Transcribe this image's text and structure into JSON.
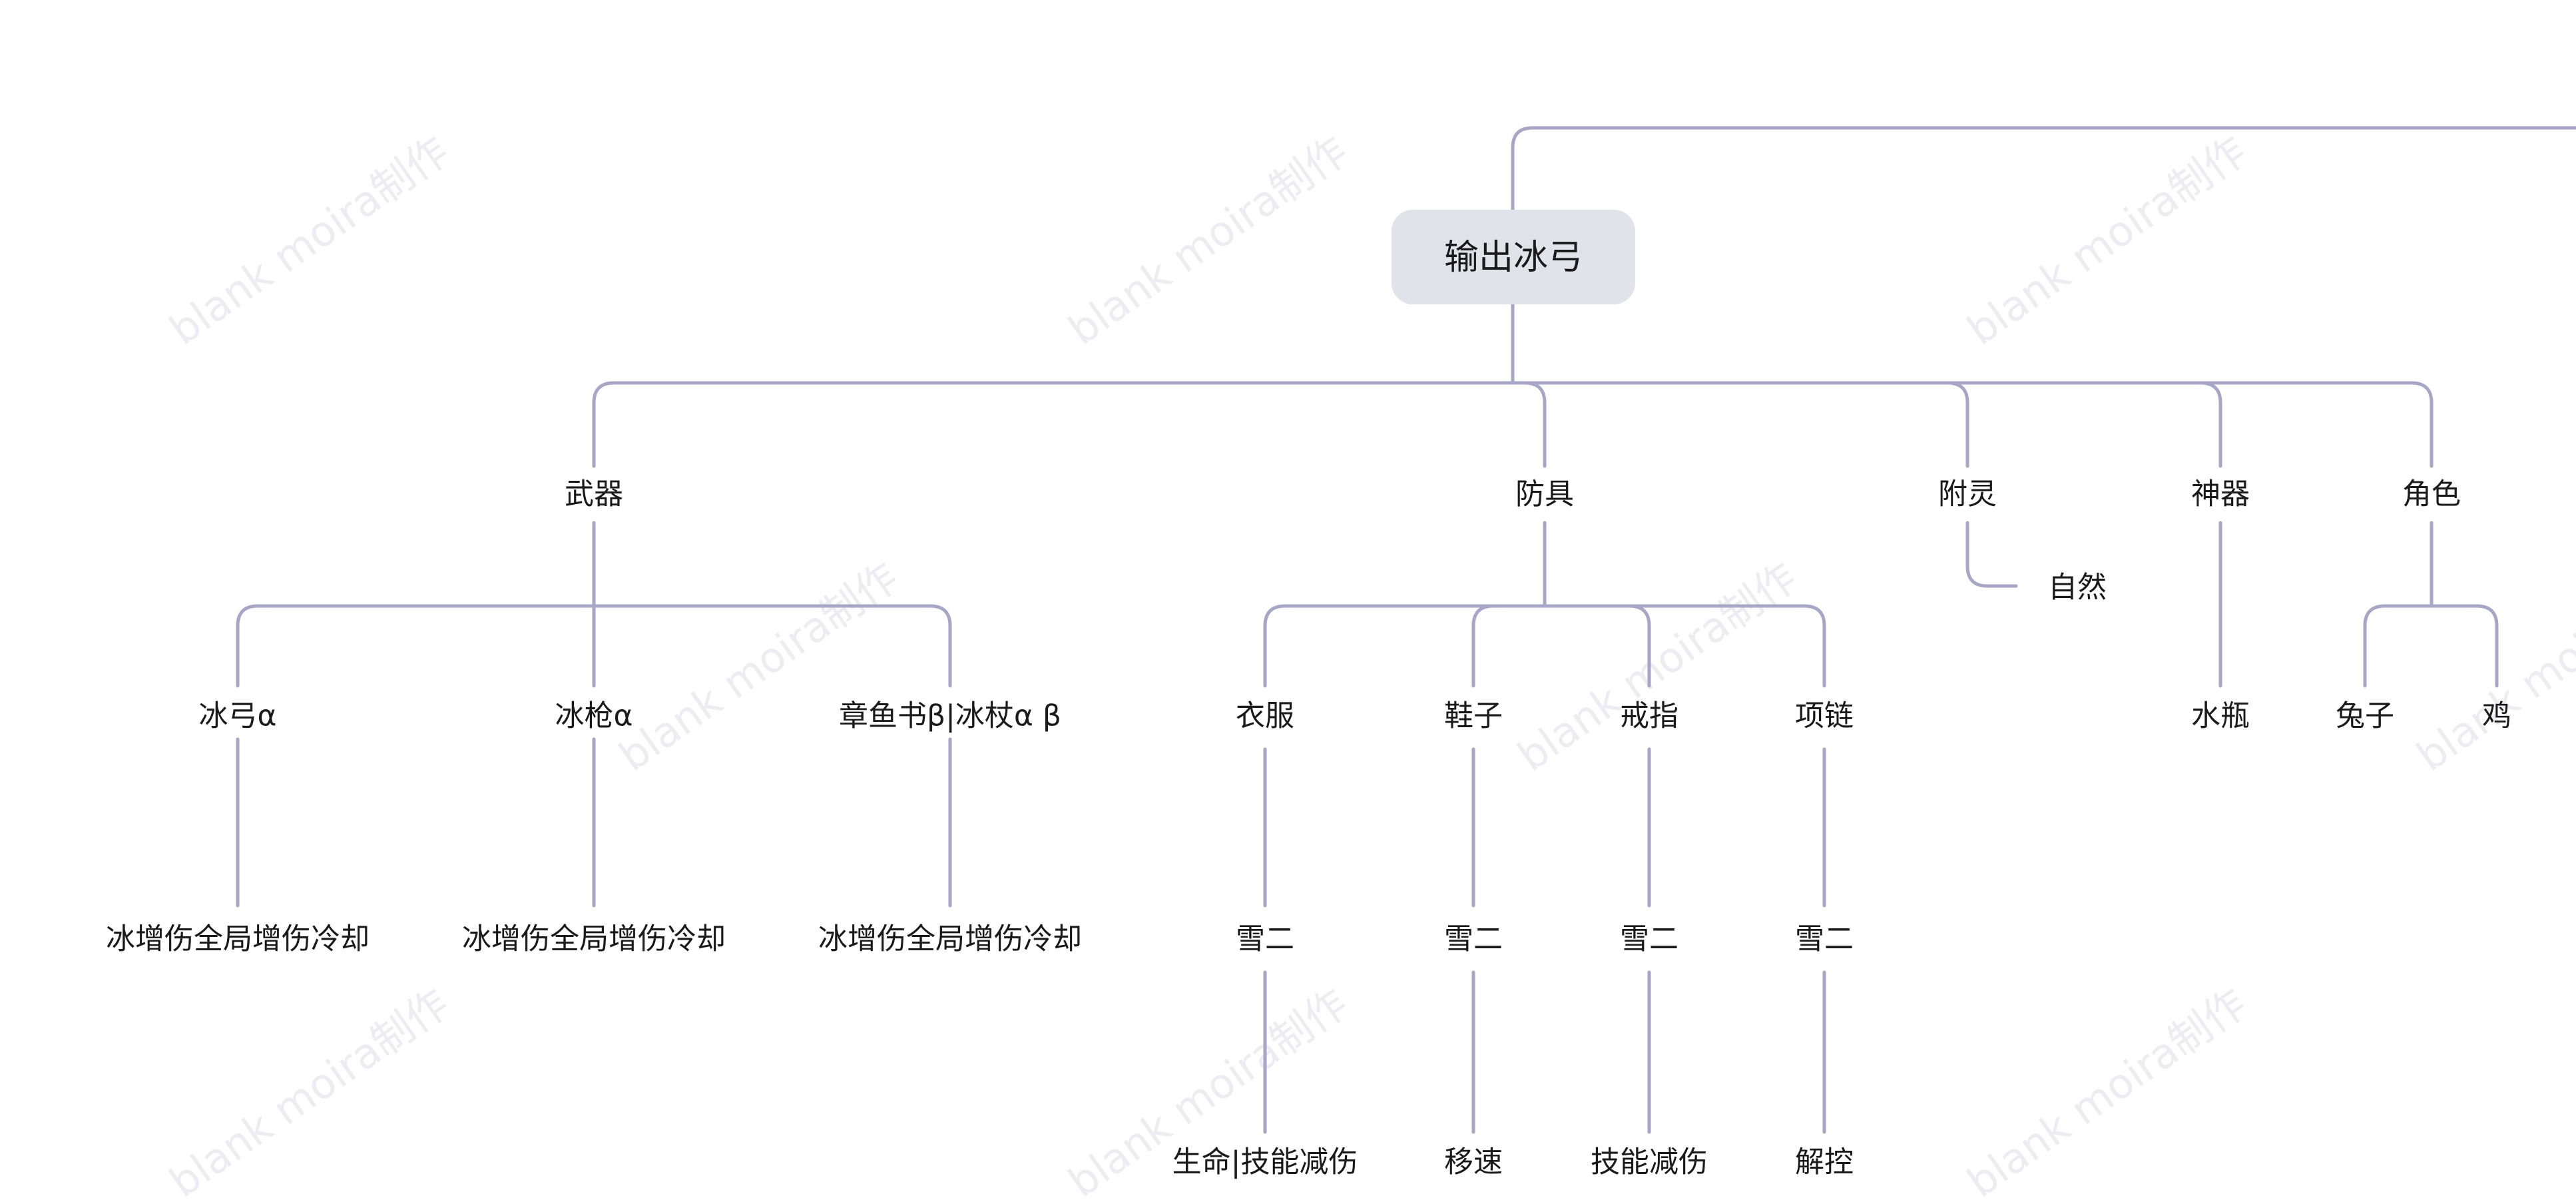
{
  "watermark": "blank moira制作",
  "colors": {
    "line": "#a9a5c6",
    "root_fill": "#e2e2ea",
    "text": "#1a1a1a",
    "watermark": "#ececf2"
  },
  "mindmap": {
    "root": "输出冰弓",
    "categories": [
      {
        "label": "武器",
        "children": [
          {
            "label": "冰弓α",
            "children": [
              {
                "label": "冰增伤全局增伤冷却"
              }
            ]
          },
          {
            "label": "冰枪α",
            "children": [
              {
                "label": "冰增伤全局增伤冷却"
              }
            ]
          },
          {
            "label": "章鱼书β|冰杖α β",
            "children": [
              {
                "label": "冰增伤全局增伤冷却"
              }
            ]
          }
        ]
      },
      {
        "label": "防具",
        "children": [
          {
            "label": "衣服",
            "children": [
              {
                "label": "雪二",
                "children": [
                  {
                    "label": "生命|技能减伤"
                  }
                ]
              }
            ]
          },
          {
            "label": "鞋子",
            "children": [
              {
                "label": "雪二",
                "children": [
                  {
                    "label": "移速"
                  }
                ]
              }
            ]
          },
          {
            "label": "戒指",
            "children": [
              {
                "label": "雪二",
                "children": [
                  {
                    "label": "技能减伤"
                  }
                ]
              }
            ]
          },
          {
            "label": "项链",
            "children": [
              {
                "label": "雪二",
                "children": [
                  {
                    "label": "解控"
                  }
                ]
              }
            ]
          }
        ]
      },
      {
        "label": "附灵",
        "children": [
          {
            "label": "自然"
          }
        ]
      },
      {
        "label": "神器",
        "children": [
          {
            "label": "水瓶"
          }
        ]
      },
      {
        "label": "角色",
        "children": [
          {
            "label": "兔子"
          },
          {
            "label": "鸡"
          }
        ]
      }
    ]
  }
}
